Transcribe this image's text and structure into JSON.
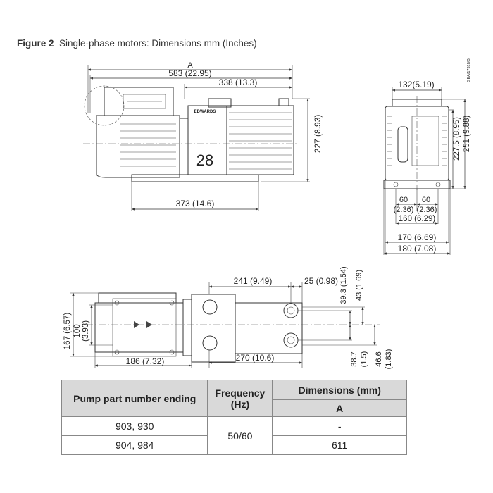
{
  "figure": {
    "number": "Figure 2",
    "title": "Single-phase motors: Dimensions mm (Inches)",
    "side_tag": "GEA/17318/B"
  },
  "side_view": {
    "label_A": "A",
    "overall": "583 (22.95)",
    "pump_len": "338 (13.3)",
    "height": "227 (8.93)",
    "base_len": "373 (14.6)",
    "model_number": "28",
    "brand": "EDWARDS"
  },
  "end_view": {
    "top_width": "132(5.19)",
    "h1": "227.5 (8.95)",
    "h2": "251 (9.88)",
    "foot_left": "60",
    "foot_right": "60",
    "foot_left_in": "(2.36)",
    "foot_right_in": "(2.36)",
    "foot_span": "160 (6.29)",
    "width_170": "170 (6.69)",
    "width_180": "180 (7.08)"
  },
  "plan_view": {
    "d241": "241 (9.49)",
    "d25": "25 (0.98)",
    "d39_3": "39.3 (1.54)",
    "d43": "43 (1.69)",
    "d167": "167 (6.57)",
    "d100": "100",
    "d100_in": "(3.93)",
    "d186": "186 (7.32)",
    "d270": "270 (10.6)",
    "d38_7": "38.7",
    "d38_7_in": "(1.5)",
    "d46_6": "46.6",
    "d46_6_in": "(1.83)"
  },
  "table": {
    "col1_header": "Pump part number ending",
    "col2_header_l1": "Frequency",
    "col2_header_l2": "(Hz)",
    "col3_header": "Dimensions (mm)",
    "col3_sub": "A",
    "rows": [
      {
        "part": "903, 930",
        "dim": "-"
      },
      {
        "part": "904, 984",
        "dim": "611"
      }
    ],
    "frequency": "50/60"
  }
}
